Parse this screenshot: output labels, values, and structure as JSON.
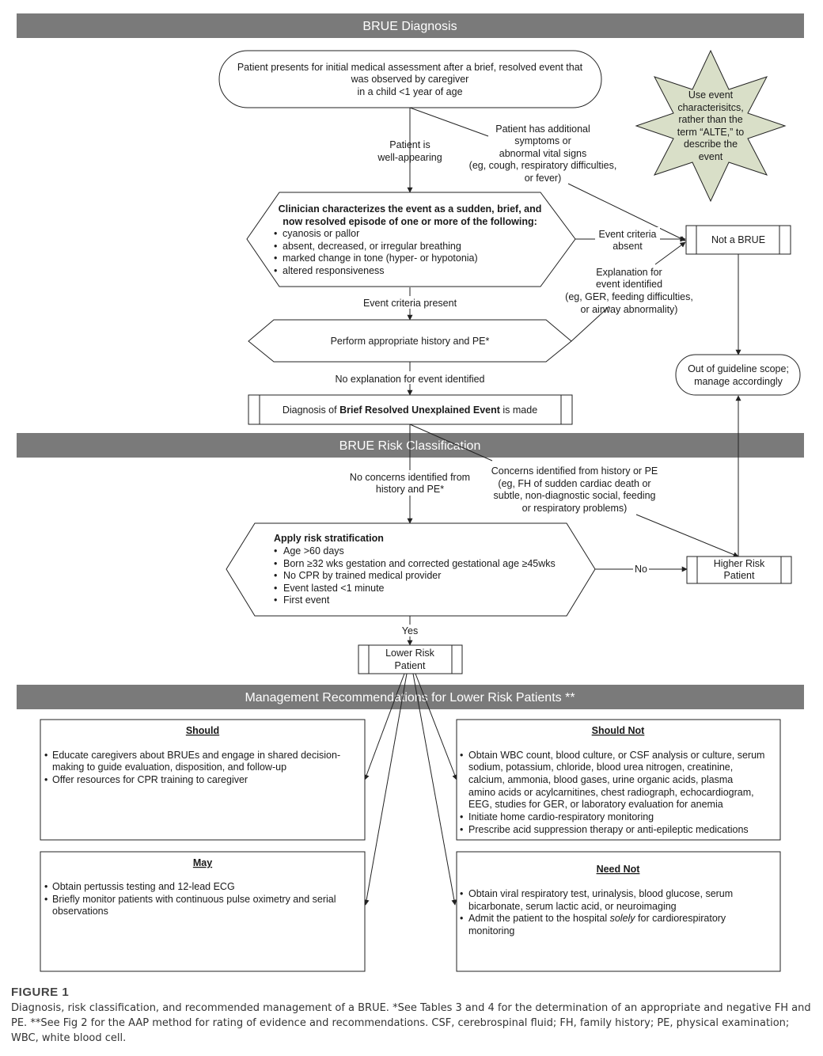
{
  "headers": {
    "diagnosis": "BRUE Diagnosis",
    "risk": "BRUE Risk Classification",
    "management": "Management Recommendations for Lower Risk Patients **"
  },
  "start": {
    "line1": "Patient presents for initial medical assessment after a brief, resolved event that",
    "line2": "was observed by caregiver",
    "line3": "in a child <1 year of age"
  },
  "star": {
    "line1": "Use event",
    "line2": "characterisitcs,",
    "line3": "rather than the",
    "line4": "term “ALTE,” to",
    "line5": "describe the",
    "line6": "event"
  },
  "labels": {
    "well_1": "Patient is",
    "well_2": "well-appearing",
    "add_1": "Patient has additional",
    "add_2": "symptoms or",
    "add_3": "abnormal vital signs",
    "add_4": "(eg, cough, respiratory difficulties,",
    "add_5": "or fever)",
    "absent_1": "Event criteria",
    "absent_2": "absent",
    "expl_1": "Explanation for",
    "expl_2": "event identified",
    "expl_3": "(eg, GER, feeding difficulties,",
    "expl_4": "or airway abnormality)",
    "present": "Event criteria present",
    "noexpl": "No explanation for event identified",
    "noconcern_1": "No concerns identified from",
    "noconcern_2": "history and PE*",
    "concern_1": "Concerns identified from history or PE",
    "concern_2": "(eg, FH of sudden cardiac death or",
    "concern_3": "subtle, non-diagnostic social, feeding",
    "concern_4": "or respiratory problems)",
    "no": "No",
    "yes": "Yes"
  },
  "clinician": {
    "title_1": "Clinician characterizes the event as a sudden, brief, and",
    "title_2": "now resolved episode of one or more of the following:",
    "items": [
      "cyanosis or pallor",
      "absent, decreased, or irregular breathing",
      "marked change in tone (hyper- or hypotonia)",
      "altered responsiveness"
    ]
  },
  "history": "Perform appropriate history and PE*",
  "diagnosis_box": {
    "prefix": "Diagnosis of ",
    "bold": "Brief Resolved Unexplained Event",
    "suffix": " is made"
  },
  "not_brue": "Not a BRUE",
  "out_scope": {
    "line1": "Out of guideline scope;",
    "line2": "manage accordingly"
  },
  "risk": {
    "title": "Apply risk stratification",
    "items": [
      "Age >60 days",
      "Born ≥32 wks gestation and corrected gestational age ≥45wks",
      "No CPR by trained medical provider",
      "Event lasted <1 minute",
      "First event"
    ]
  },
  "higher": {
    "line1": "Higher Risk",
    "line2": "Patient"
  },
  "lower": {
    "line1": "Lower Risk",
    "line2": "Patient"
  },
  "should": {
    "title": "Should",
    "lines": [
      "Educate caregivers about BRUEs and engage in shared decision-",
      "making to guide evaluation, disposition, and follow-up",
      "Offer resources for CPR training to caregiver"
    ]
  },
  "should_not": {
    "title": "Should Not",
    "lines": [
      "Obtain WBC count, blood culture, or CSF analysis or culture, serum",
      "sodium, potassium, chloride, blood urea nitrogen, creatinine,",
      "calcium, ammonia, blood gases, urine organic acids, plasma",
      "amino acids or acylcarnitines, chest radiograph, echocardiogram,",
      "EEG, studies for GER, or laboratory evaluation for anemia",
      "Initiate home cardio-respiratory monitoring",
      "Prescribe acid suppression therapy or anti-epileptic medications"
    ]
  },
  "may": {
    "title": "May",
    "lines": [
      "Obtain pertussis testing and 12-lead ECG",
      "Briefly monitor patients with continuous pulse oximetry and serial",
      "observations"
    ]
  },
  "need_not": {
    "title": "Need Not",
    "line1": "Obtain viral respiratory test, urinalysis, blood glucose, serum",
    "line2": "bicarbonate, serum lactic acid, or neuroimaging",
    "line3a": "Admit the patient to the hospital ",
    "line3b": "solely",
    "line3c": " for cardiorespiratory",
    "line4": "monitoring"
  },
  "caption": {
    "label": "FIGURE 1",
    "text": "Diagnosis, risk classification, and recommended management of a BRUE. *See Tables 3 and 4 for the determination of an appropriate and negative FH and PE. **See Fig 2 for the AAP method for rating of evidence and recommendations. CSF, cerebrospinal fluid; FH, family history; PE, physical examination; WBC, white blood cell."
  },
  "colors": {
    "header": "#7a7a7a",
    "star_fill": "#d9dfc8",
    "line": "#222222"
  }
}
